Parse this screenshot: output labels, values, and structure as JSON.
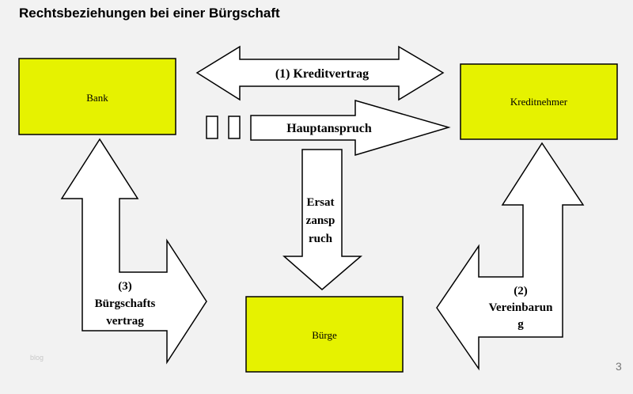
{
  "title": "Rechtsbeziehungen bei einer Bürgschaft",
  "nodes": {
    "bank": "Bank",
    "kreditnehmer": "Kreditnehmer",
    "buerge": "Bürge"
  },
  "relations": {
    "kreditvertrag": "(1) Kreditvertrag",
    "hauptanspruch": "Hauptanspruch",
    "ersatzanspruch_lines": [
      "Ersat",
      "zansp",
      "ruch"
    ],
    "buergschaftsvertrag_lines": [
      "(3)",
      "Bürgschafts",
      "vertrag"
    ],
    "vereinbarung_lines": [
      "(2)",
      "Vereinbarun",
      "g"
    ]
  },
  "colors": {
    "box_fill": "#e6f200",
    "background": "#f2f2f2"
  },
  "watermark": "blog",
  "page_number": "3"
}
